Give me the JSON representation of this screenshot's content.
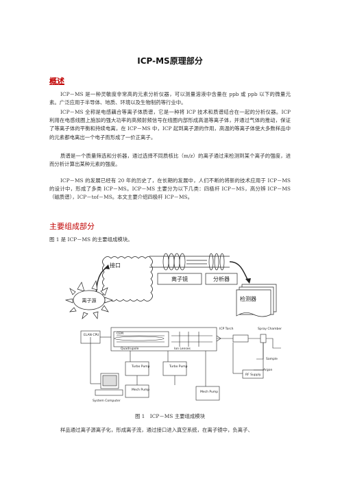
{
  "title": "ICP-MS原理部分",
  "overview": {
    "heading": "概述",
    "paragraphs": [
      "ICP－MS 是一种灵敏度非常高的元素分析仪器，可以测量溶液中含量在 ppb 或 ppb 以下的微量元素。广泛应用于半导体、地质、环境以及生物制药等行业中。",
      "ICP－MS 全称是电感藕合等离子体质谱，它是一种将 ICP 技术和质谱结合在一起的分析仪器。ICP 利用在电感线圈上施加的强大功率的高频射频信号在线圈内部形成高温等离子体，并通过气体的推动，保证了等离子体的平衡和持续电离，在 ICP－MS 中，ICP 起到离子源的作用，高温的等离子体使大多数样品中的元素都电离出一个电子而形成了一价正离子。",
      "质谱是一个质量筛选和分析器，通过选择不同质核比（m/z）的离子通过来检测到某个离子的强度，进而分析计算出某种元素的强度。",
      "ICP－MS 的发展已经有 20 年的历史了，在长期的发展中，人们不断的将新的技术应用于 ICP－MS 的设计中，形成了多类 ICP－MS。ICP－MS 主要分为以下几类：四极杆 ICP－MS，高分辨 ICP－MS（磁质谱），ICP－tof－MS。本文主要介绍四极杆 ICP－MS。"
    ]
  },
  "main_components": {
    "heading": "主要组成部分",
    "intro": "图 1 是 ICP－MS 的主要组成模块。"
  },
  "block_diagram": {
    "interface": "接口",
    "ion_source": "离子源",
    "ion_lens": "离子镜",
    "analyzer": "分析器",
    "detector": "检测器"
  },
  "schematic": {
    "elan_cpu": "ELAN CPU",
    "cem": "CEM",
    "quadrupole": "Quadrupole",
    "ion_lenses": "Ion Lenses",
    "icp_torch": "ICP Torch",
    "spray_chamber": "Spray Chamber",
    "sample": "Sample",
    "argon": "Argon",
    "rf_supply": "RF Supply",
    "turbo_pump": "Turbo Pump",
    "mech_pump": "Mech Pump",
    "system_computer": "System Computer"
  },
  "figure_caption": "图 1　ICP－MS 主要组成模块",
  "closing": "样品通过离子源离子化，形成离子流，通过接口进入真空系统，在离子镜中，负离子、"
}
